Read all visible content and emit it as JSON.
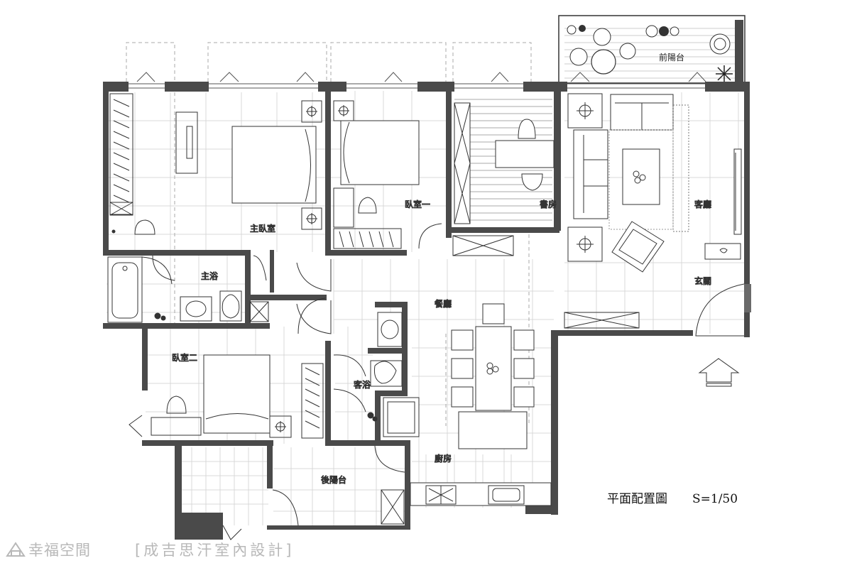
{
  "drawing": {
    "title": "平面配置圖",
    "scale": "S=1/50"
  },
  "rooms": {
    "front_balcony": "前陽台",
    "master_bedroom": "主臥室",
    "bedroom_one": "臥室一",
    "study": "書房",
    "living_room": "客廳",
    "master_bath": "主浴",
    "dining_room": "餐廳",
    "entrance": "玄關",
    "bedroom_two": "臥室二",
    "guest_bath": "客浴",
    "kitchen": "廚房",
    "back_balcony": "後陽台"
  },
  "watermark": {
    "brand": "幸福空間",
    "credit": "[成吉思汗室內設計]",
    "icon": "house-logo-icon"
  },
  "symbols": {
    "north_arrow": "entry-arrow-icon",
    "plant": "plant-icon"
  },
  "colors": {
    "wall": "#4a4a4a",
    "line": "#555555",
    "grid": "#d8d8d8",
    "watermark": "#b8b8b8"
  }
}
